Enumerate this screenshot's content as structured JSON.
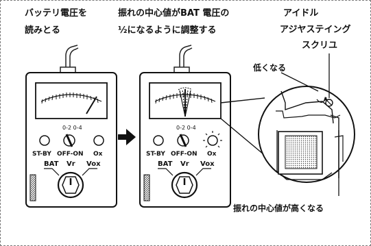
{
  "caption_left_1": "バッテリ電圧を",
  "caption_left_2": "読みとる",
  "caption_mid_1": "振れの中心値がBAT 電圧の",
  "caption_mid_2": "½になるように調整する",
  "caption_right_1": "アイドル",
  "caption_right_2": "アジヤステイング",
  "caption_right_3": "スクリユ",
  "label_low": "低くなる",
  "label_high": "振れの中心値が高くなる",
  "meter": {
    "range_label": "0-2 0-4",
    "switch_left": "ST-BY",
    "switch_mid": "OFF-ON",
    "switch_right": "Ox",
    "sel_bat": "BAT",
    "sel_vr": "Vr",
    "sel_vox": "Vox"
  }
}
